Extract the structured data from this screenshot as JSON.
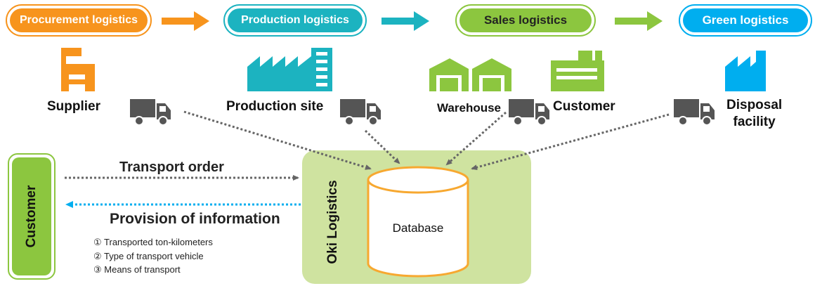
{
  "stages": [
    {
      "label": "Procurement logistics",
      "color": "#f7941d"
    },
    {
      "label": "Production logistics",
      "color": "#1cb3c0"
    },
    {
      "label": "Sales logistics",
      "color": "#8cc63f"
    },
    {
      "label": "Green logistics",
      "color": "#00aeef"
    }
  ],
  "sites": {
    "supplier": "Supplier",
    "production_site": "Production site",
    "warehouse": "Warehouse",
    "customer": "Customer",
    "disposal_line1": "Disposal",
    "disposal_line2": "facility"
  },
  "icons": [
    "supplier-building-icon",
    "factory-icon",
    "warehouse-icon",
    "store-icon",
    "disposal-factory-icon",
    "truck-icon"
  ],
  "side_customer": "Customer",
  "transport_order": "Transport order",
  "provision": {
    "title": "Provision of information",
    "items": [
      "① Transported ton-kilometers",
      "② Type of transport vehicle",
      "③ Means of transport"
    ]
  },
  "oki_logistics": "Oki Logistics",
  "database": "Database",
  "colors": {
    "orange": "#f7941d",
    "teal": "#1cb3c0",
    "green": "#8cc63f",
    "blue": "#00aeef",
    "panel": "#cfe3a0",
    "db_border": "#f7a830",
    "truck": "#555555",
    "arrow_dots": "#666666",
    "info_arrow": "#00aeef"
  }
}
